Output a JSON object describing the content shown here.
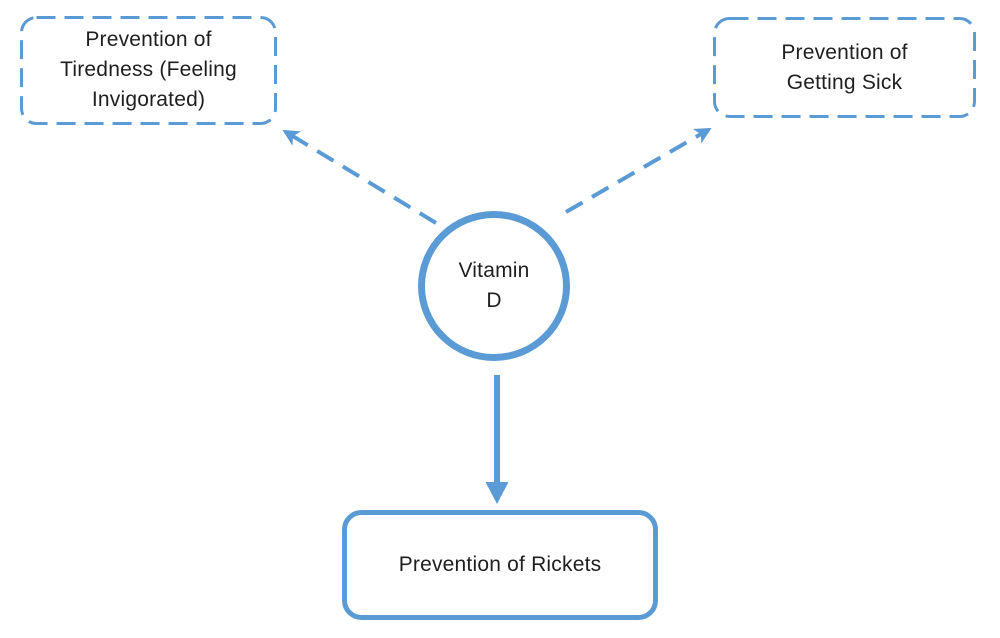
{
  "diagram": {
    "background": "#ffffff",
    "colors": {
      "accent": "#5b9bd5",
      "text": "#1f1f1f"
    },
    "center_node": {
      "id": "vitamin-d",
      "shape": "circle",
      "border": "solid",
      "lines": [
        "Vitamin",
        "D"
      ]
    },
    "nodes": [
      {
        "id": "prevention-tiredness",
        "shape": "rounded-rectangle",
        "border": "dashed",
        "lines": [
          "Prevention of",
          "Tiredness (Feeling",
          "Invigorated)"
        ]
      },
      {
        "id": "prevention-getting-sick",
        "shape": "rounded-rectangle",
        "border": "dashed",
        "lines": [
          "Prevention of",
          "Getting Sick"
        ]
      },
      {
        "id": "prevention-rickets",
        "shape": "rounded-rectangle",
        "border": "solid",
        "lines": [
          "Prevention of Rickets"
        ]
      }
    ],
    "connectors": [
      {
        "from": "vitamin-d",
        "to": "prevention-tiredness",
        "style": "dashed-arrow"
      },
      {
        "from": "vitamin-d",
        "to": "prevention-getting-sick",
        "style": "dashed-arrow"
      },
      {
        "from": "vitamin-d",
        "to": "prevention-rickets",
        "style": "solid-arrow"
      }
    ]
  }
}
